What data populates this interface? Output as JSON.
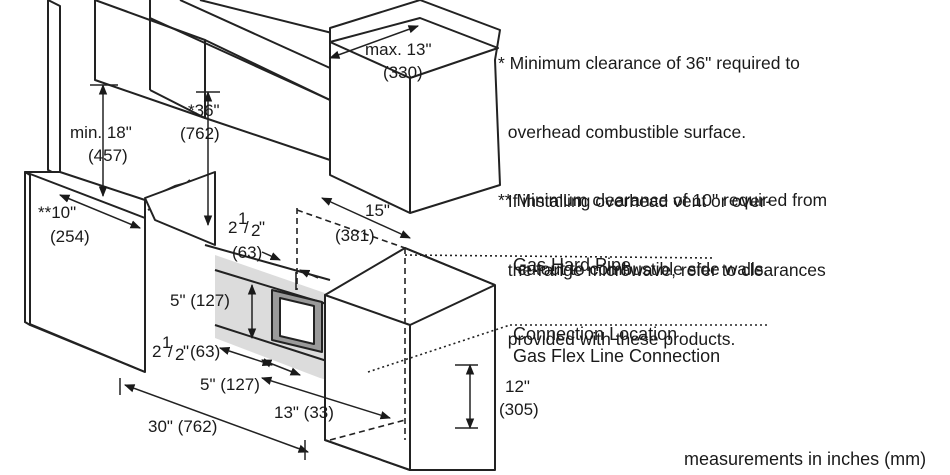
{
  "notes": {
    "overhead": {
      "lines": [
        "* Minimum clearance of 36\" required to",
        "  overhead combustible surface.",
        "  If installing overhead vent or over-",
        "  the-range microwave, refer to clearances",
        "  provided with these products."
      ]
    },
    "side_walls": {
      "lines": [
        "** Minimum clearance of 10\" required from",
        "    cutout to combustible side walls."
      ]
    }
  },
  "callouts": {
    "gas_hard_pipe": {
      "lines": [
        "Gas Hard Pipe",
        "Connection Location"
      ]
    },
    "gas_flex_line": {
      "lines": [
        "Gas Flex Line Connection"
      ]
    }
  },
  "dimensions": {
    "max_13": {
      "line1": "max. 13\"",
      "line2": "(330)"
    },
    "min_18": {
      "line1": "min. 18\"",
      "line2": "(457)"
    },
    "clear_36": {
      "line1": "*36\"",
      "line2": "(762)"
    },
    "side_10": {
      "line1": "**10\"",
      "line2": "(254)"
    },
    "d_15": {
      "line1": "15\"",
      "line2": "(381)"
    },
    "half_upper": {
      "whole": "2",
      "num": "1",
      "den": "2",
      "suffix": "\"",
      "mm": "(63)"
    },
    "d_5_vertical": {
      "text": "5\" (127)"
    },
    "half_lower": {
      "whole": "2",
      "num": "1",
      "den": "2",
      "suffix": "\"",
      "mm": " (63)"
    },
    "d_5_horizontal": {
      "text": "5\" (127)"
    },
    "d_13": {
      "text": "13\" (33)"
    },
    "d_30": {
      "text": "30\" (762)"
    },
    "d_12": {
      "line1": "12\"",
      "line2": "(305)"
    }
  },
  "footer": {
    "text": "measurements in inches (mm)"
  }
}
